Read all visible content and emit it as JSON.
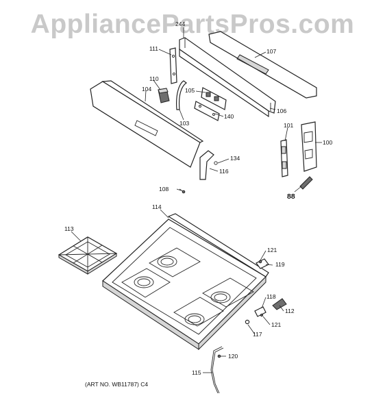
{
  "watermark": "AppliancePartsPros.com",
  "art_note": "(ART NO. WB11787) C4",
  "labels": {
    "p244": "244",
    "p111": "111",
    "p107": "107",
    "p110": "110",
    "p104": "104",
    "p105": "105",
    "p106": "106",
    "p140": "140",
    "p103": "103",
    "p101": "101",
    "p100": "100",
    "p134": "134",
    "p116": "116",
    "p108": "108",
    "p88": "88",
    "p114": "114",
    "p113": "113",
    "p121a": "121",
    "p119": "119",
    "p118": "118",
    "p112": "112",
    "p121b": "121",
    "p117": "117",
    "p120": "120",
    "p115": "115"
  }
}
